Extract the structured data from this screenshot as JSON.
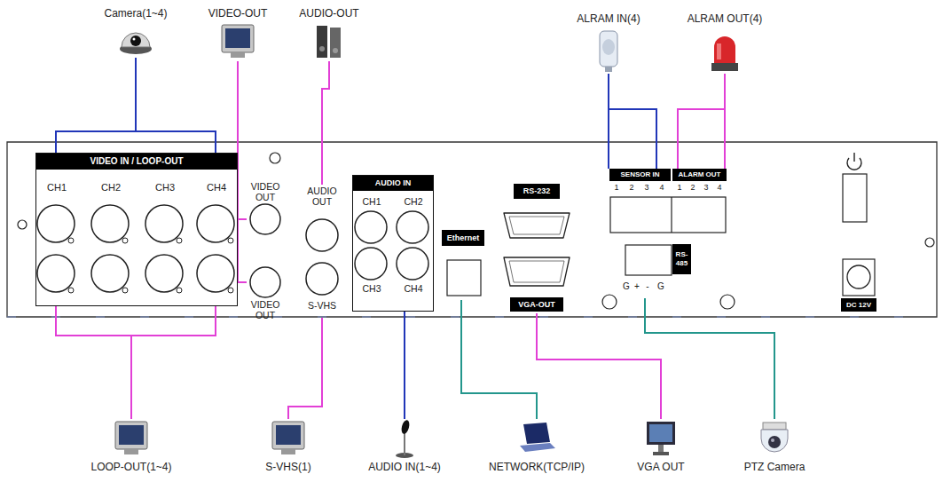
{
  "diagram": {
    "nodes": [
      {
        "text": [
          "Camera(1~4)"
        ]
      },
      {
        "text": [
          "VIDEO-OUT"
        ]
      },
      {
        "text": [
          "AUDIO-OUT"
        ]
      },
      {
        "text": [
          "ALRAM IN(4)"
        ]
      },
      {
        "text": [
          "ALRAM OUT(4)"
        ]
      },
      {
        "text": [
          "VIDEO IN / LOOP-OUT",
          "CH1",
          "CH2",
          "CH3",
          "CH4"
        ]
      },
      {
        "text": [
          "VIDEO OUT"
        ]
      },
      {
        "text": [
          "AUDIO OUT"
        ]
      },
      {
        "text": [
          "AUDIO IN",
          "CH1",
          "CH2",
          "CH3",
          "CH4"
        ]
      },
      {
        "text": [
          "RS-232"
        ]
      },
      {
        "text": [
          "SENSOR IN",
          "1",
          "2",
          "3",
          "4"
        ]
      },
      {
        "text": [
          "ALARM OUT",
          "1",
          "2",
          "3",
          "4"
        ]
      },
      {
        "text": [
          "Ethernet"
        ]
      },
      {
        "text": [
          "VGA-OUT"
        ]
      },
      {
        "text": [
          "RS- 485",
          "G",
          "+",
          "-",
          "G"
        ]
      },
      {
        "text": [
          "VIDEO OUT"
        ]
      },
      {
        "text": [
          "S-VHS"
        ]
      },
      {
        "text": [
          "DC 12V"
        ]
      },
      {
        "text": [
          "LOOP-OUT(1~4)"
        ]
      },
      {
        "text": [
          "S-VHS(1)"
        ]
      },
      {
        "text": [
          "AUDIO IN(1~4)"
        ]
      },
      {
        "text": [
          "NETWORK(TCP/IP)"
        ]
      },
      {
        "text": [
          "VGA OUT"
        ]
      },
      {
        "text": [
          "PTZ Camera"
        ]
      }
    ],
    "edges": [
      {
        "from": 0,
        "to": 5,
        "arrow": "none"
      },
      {
        "from": 1,
        "to": 6,
        "arrow": "none"
      },
      {
        "from": 1,
        "to": 15,
        "arrow": "none"
      },
      {
        "from": 2,
        "to": 7,
        "arrow": "none"
      },
      {
        "from": 3,
        "to": 10,
        "arrow": "none"
      },
      {
        "from": 4,
        "to": 11,
        "arrow": "none"
      },
      {
        "from": 5,
        "to": 18,
        "arrow": "none"
      },
      {
        "from": 16,
        "to": 19,
        "arrow": "none"
      },
      {
        "from": 8,
        "to": 20,
        "arrow": "none"
      },
      {
        "from": 12,
        "to": 21,
        "arrow": "none"
      },
      {
        "from": 13,
        "to": 22,
        "arrow": "none"
      },
      {
        "from": 14,
        "to": 23,
        "arrow": "none"
      }
    ]
  }
}
